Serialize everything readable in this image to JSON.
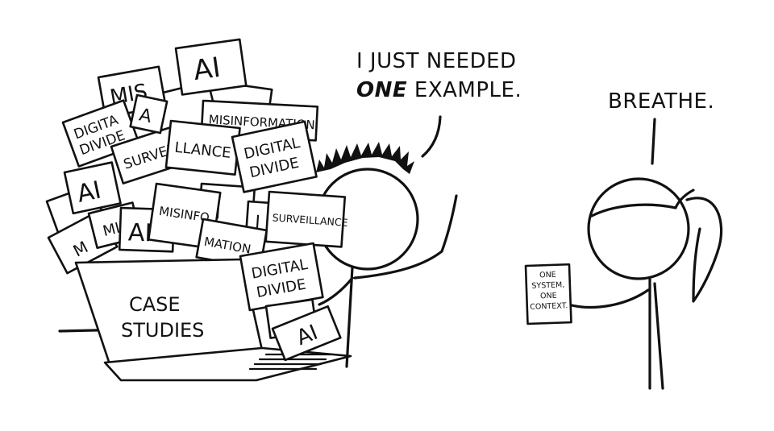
{
  "speech": {
    "left_line1": "I JUST NEEDED",
    "left_emphasis": "ONE",
    "left_line2_rest": " EXAMPLE.",
    "right": "BREATHE."
  },
  "laptop": {
    "screen_line1": "CASE",
    "screen_line2": "STUDIES"
  },
  "card": {
    "line1": "ONE",
    "line2": "SYSTEM,",
    "line3": "ONE",
    "line4": "CONTEXT."
  },
  "papers": {
    "ai_top": "AI",
    "mis": "MIS",
    "misinformation": "MISINFORMATION",
    "digital_divide_1a": "DIGITA",
    "digital_divide_1b": "DIVIDE",
    "surveil": "SURVEI",
    "llance": "LLANCE",
    "digital_divide_2a": "DIGITAL",
    "digital_divide_2b": "DIVIDE",
    "ai_left": "AI",
    "i_fragment": "I",
    "misinfo": "MISINFO",
    "surveillance": "SURVEILLANCE",
    "mi_fragment": "MI",
    "ai_middle": "AI",
    "mation": "MATION",
    "digital_divide_3a": "DIGITAL",
    "digital_divide_3b": "DIVIDE",
    "ai_bottom": "AI",
    "a_fragment": "A",
    "m_fragment": "M",
    "i2_fragment": "I"
  }
}
